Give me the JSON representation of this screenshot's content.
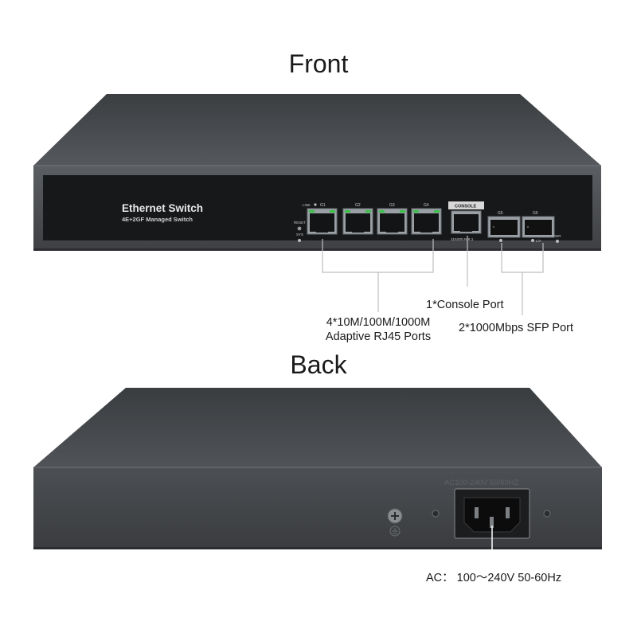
{
  "headings": {
    "front": "Front",
    "back": "Back"
  },
  "device": {
    "name": "Ethernet Switch",
    "model": "4E+2GF Managed Switch",
    "labels": {
      "link": "LINK",
      "reset": "RESET",
      "sys": "SYS",
      "console": "CONSOLE",
      "console_params": "115200,N,8,1",
      "pwr": "PWR",
      "la": "L/A",
      "power_spec": "AC100-240V 50/60HZ"
    },
    "rj45_ports": [
      "G1",
      "G2",
      "G3",
      "G4"
    ],
    "sfp_ports": [
      "G5",
      "G6"
    ]
  },
  "callouts": {
    "rj45_line1": "4*10M/100M/1000M",
    "rj45_line2": "Adaptive RJ45 Ports",
    "console": "1*Console Port",
    "sfp": "2*1000Mbps SFP Port",
    "power": "AC： 100～240V 50-60Hz"
  },
  "colors": {
    "chassis": "#45484b",
    "panel": "#17181a",
    "callout_line": "#bfbfbf",
    "port_led": "#3bc14a"
  }
}
